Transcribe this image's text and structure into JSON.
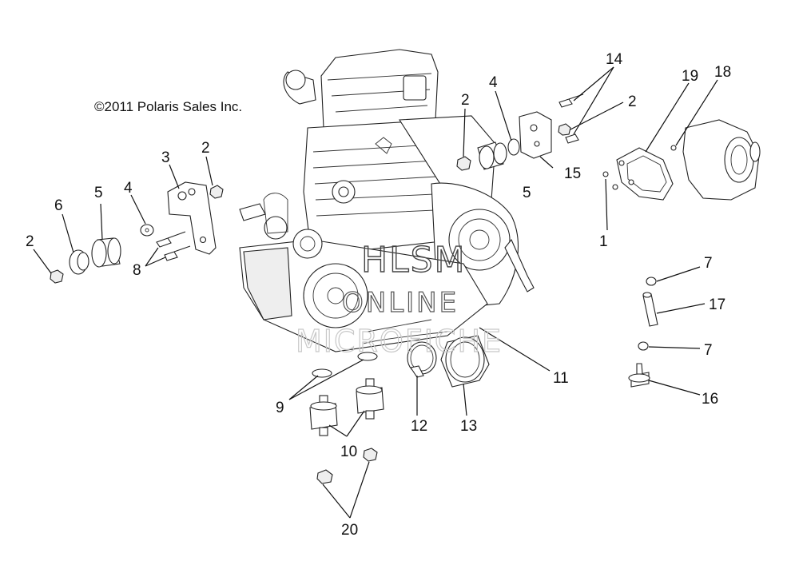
{
  "copyright": "©2011  Polaris Sales Inc.",
  "watermark": {
    "line1": "HLSM",
    "line2": "ONLINE",
    "line3": "MICROFICHE"
  },
  "callouts": [
    {
      "id": "c1",
      "label": "1"
    },
    {
      "id": "c2a",
      "label": "2"
    },
    {
      "id": "c2b",
      "label": "2"
    },
    {
      "id": "c2c",
      "label": "2"
    },
    {
      "id": "c2d",
      "label": "2"
    },
    {
      "id": "c3",
      "label": "3"
    },
    {
      "id": "c4a",
      "label": "4"
    },
    {
      "id": "c4b",
      "label": "4"
    },
    {
      "id": "c5a",
      "label": "5"
    },
    {
      "id": "c5b",
      "label": "5"
    },
    {
      "id": "c6",
      "label": "6"
    },
    {
      "id": "c7a",
      "label": "7"
    },
    {
      "id": "c7b",
      "label": "7"
    },
    {
      "id": "c8",
      "label": "8"
    },
    {
      "id": "c9",
      "label": "9"
    },
    {
      "id": "c10",
      "label": "10"
    },
    {
      "id": "c11",
      "label": "11"
    },
    {
      "id": "c12",
      "label": "12"
    },
    {
      "id": "c13",
      "label": "13"
    },
    {
      "id": "c14",
      "label": "14"
    },
    {
      "id": "c15",
      "label": "15"
    },
    {
      "id": "c16",
      "label": "16"
    },
    {
      "id": "c17",
      "label": "17"
    },
    {
      "id": "c18",
      "label": "18"
    },
    {
      "id": "c19",
      "label": "19"
    },
    {
      "id": "c20",
      "label": "20"
    }
  ]
}
